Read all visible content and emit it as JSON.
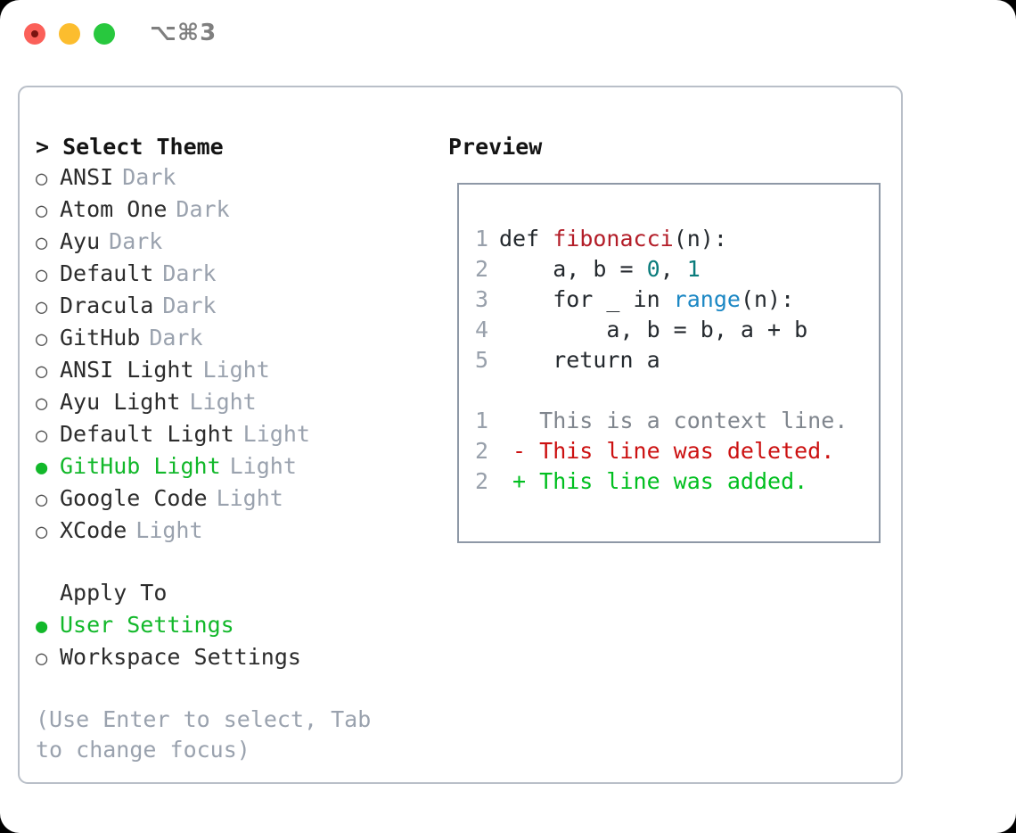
{
  "titlebar": {
    "shortcut": "⌥⌘3",
    "lights": [
      {
        "name": "close",
        "color": "#fb6059"
      },
      {
        "name": "minimize",
        "color": "#fcbd2e"
      },
      {
        "name": "maximize",
        "color": "#28c83e"
      }
    ]
  },
  "theme_section": {
    "header": "> Select Theme",
    "items": [
      {
        "marker": "○",
        "label": "ANSI",
        "variant": "Dark",
        "selected": false
      },
      {
        "marker": "○",
        "label": "Atom One",
        "variant": "Dark",
        "selected": false
      },
      {
        "marker": "○",
        "label": "Ayu",
        "variant": "Dark",
        "selected": false
      },
      {
        "marker": "○",
        "label": "Default",
        "variant": "Dark",
        "selected": false
      },
      {
        "marker": "○",
        "label": "Dracula",
        "variant": "Dark",
        "selected": false
      },
      {
        "marker": "○",
        "label": "GitHub",
        "variant": "Dark",
        "selected": false
      },
      {
        "marker": "○",
        "label": "ANSI Light",
        "variant": "Light",
        "selected": false
      },
      {
        "marker": "○",
        "label": "Ayu Light",
        "variant": "Light",
        "selected": false
      },
      {
        "marker": "○",
        "label": "Default Light",
        "variant": "Light",
        "selected": false
      },
      {
        "marker": "●",
        "label": "GitHub Light",
        "variant": "Light",
        "selected": true
      },
      {
        "marker": "○",
        "label": "Google Code",
        "variant": "Light",
        "selected": false
      },
      {
        "marker": "○",
        "label": "XCode",
        "variant": "Light",
        "selected": false
      }
    ]
  },
  "apply_section": {
    "header": "Apply To",
    "items": [
      {
        "marker": "●",
        "label": "User Settings",
        "selected": true
      },
      {
        "marker": "○",
        "label": "Workspace Settings",
        "selected": false
      }
    ]
  },
  "hint": "(Use Enter to select, Tab to change focus)",
  "preview": {
    "header": "Preview",
    "code_lines": [
      {
        "num": "1",
        "tokens": [
          {
            "t": "def ",
            "c": "kw"
          },
          {
            "t": "fibonacci",
            "c": "fn"
          },
          {
            "t": "(n):",
            "c": "plain"
          }
        ]
      },
      {
        "num": "2",
        "tokens": [
          {
            "t": "    a, b = ",
            "c": "plain"
          },
          {
            "t": "0",
            "c": "num"
          },
          {
            "t": ", ",
            "c": "plain"
          },
          {
            "t": "1",
            "c": "num"
          }
        ]
      },
      {
        "num": "3",
        "tokens": [
          {
            "t": "    for _ in ",
            "c": "plain"
          },
          {
            "t": "range",
            "c": "builtin"
          },
          {
            "t": "(n):",
            "c": "plain"
          }
        ]
      },
      {
        "num": "4",
        "tokens": [
          {
            "t": "        a, b = b, a + b",
            "c": "plain"
          }
        ]
      },
      {
        "num": "5",
        "tokens": [
          {
            "t": "    return a",
            "c": "plain"
          }
        ]
      }
    ],
    "diff_lines": [
      {
        "num": "1",
        "tokens": [
          {
            "t": "   This is a context line.",
            "c": "ctx"
          }
        ]
      },
      {
        "num": "2",
        "tokens": [
          {
            "t": " - This line was deleted.",
            "c": "del"
          }
        ]
      },
      {
        "num": "2",
        "tokens": [
          {
            "t": " + This line was added.",
            "c": "add"
          }
        ]
      }
    ]
  },
  "colors": {
    "accent_green": "#12b82a",
    "muted_gray": "#9aa2ae",
    "panel_border": "#b9bfc8",
    "preview_border": "#8e98a6",
    "diff_delete": "#cc1111",
    "diff_add": "#00bf1f",
    "syntax_function": "#b31d28",
    "syntax_number": "#0b7c7c",
    "syntax_builtin": "#1b87c4"
  }
}
